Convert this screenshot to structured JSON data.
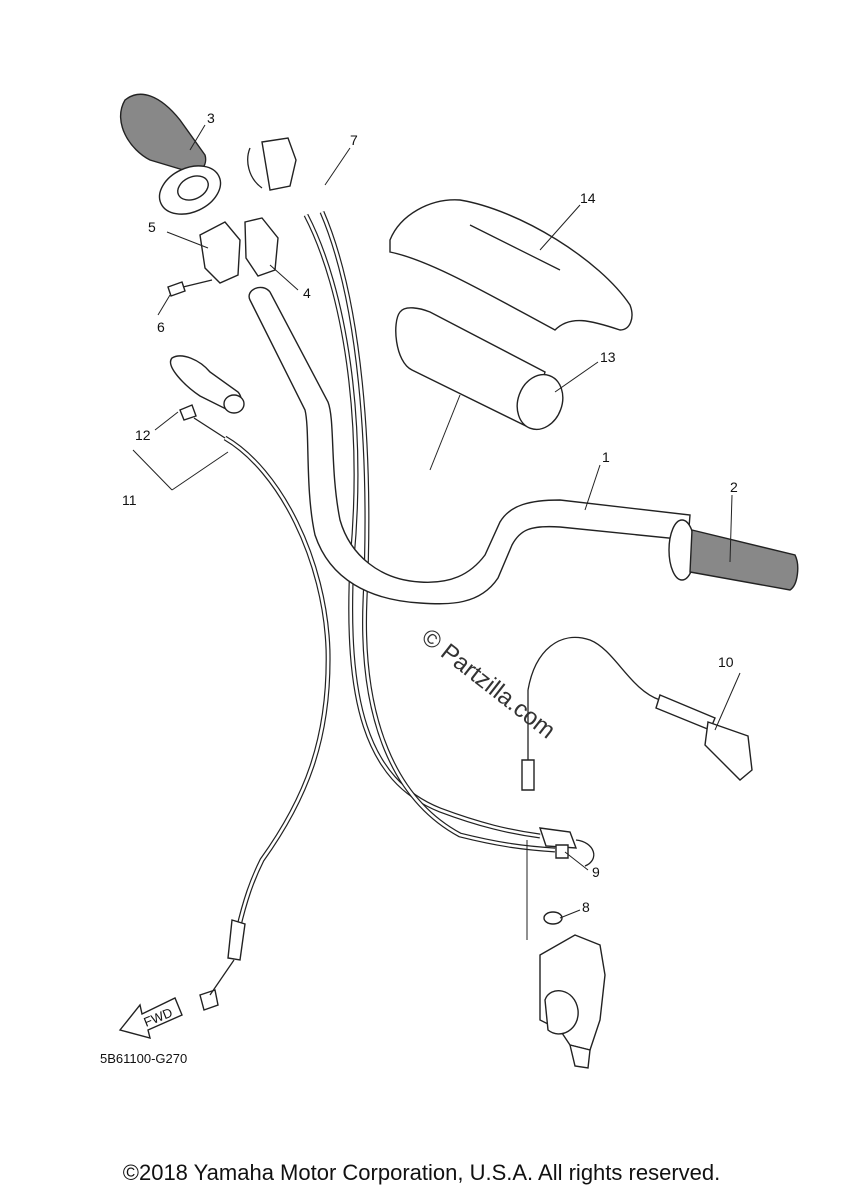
{
  "diagram": {
    "callouts": [
      "1",
      "2",
      "3",
      "4",
      "5",
      "6",
      "7",
      "8",
      "9",
      "10",
      "11",
      "12",
      "13",
      "14"
    ],
    "diagram_code": "5B61100-G270",
    "watermark": "© Partzilla.com",
    "direction_marker": "FWD",
    "copyright": "©2018 Yamaha Motor Corporation, U.S.A. All rights reserved."
  }
}
